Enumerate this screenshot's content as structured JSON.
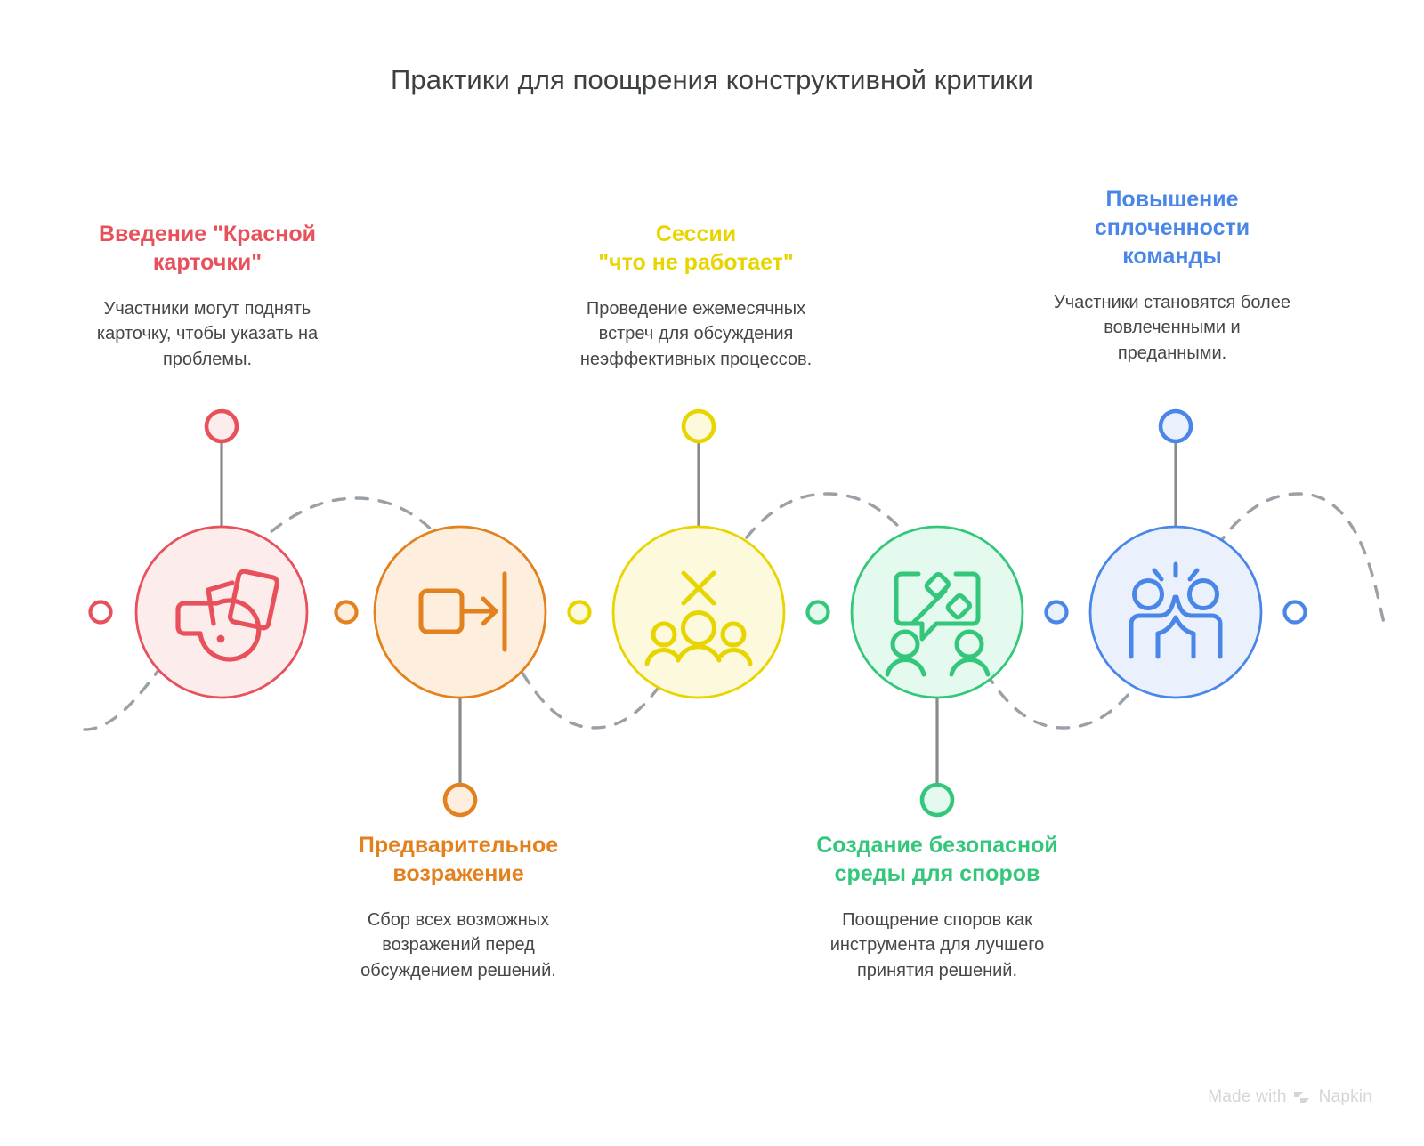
{
  "title": "Практики для поощрения конструктивной критики",
  "colors": {
    "background": "#ffffff",
    "title_text": "#3c4043",
    "body_text": "#44474a",
    "connector_line": "#8a8a8a",
    "dashed_path": "#9aa0a6",
    "watermark": "#d3d5d8"
  },
  "steps": [
    {
      "heading": "Введение \"Красной\nкарточки\"",
      "description": "Участники могут поднять\nкарточку, чтобы указать на\nпроблемы.",
      "color": "#e8505b",
      "fill": "#fdecec",
      "icon": "whistle-red-card-icon",
      "position": "above"
    },
    {
      "heading": "Предварительное\nвозражение",
      "description": "Сбор всех возможных\nвозражений перед\nобсуждением решений.",
      "color": "#e2811e",
      "fill": "#fdeede",
      "icon": "move-to-end-arrow-icon",
      "position": "below"
    },
    {
      "heading": "Сессии\n\"что не работает\"",
      "description": "Проведение ежемесячных\nвстреч для обсуждения\nнеэффективных процессов.",
      "color": "#e8d500",
      "fill": "#fcf9dc",
      "icon": "group-with-cross-icon",
      "position": "above"
    },
    {
      "heading": "Создание безопасной\nсреды для споров",
      "description": "Поощрение споров как\nинструмента для лучшего\nпринятия решений.",
      "color": "#34c77b",
      "fill": "#e4faee",
      "icon": "gavel-speech-bubble-icon",
      "position": "below"
    },
    {
      "heading": "Повышение\nсплоченности\nкоманды",
      "description": "Участники становятся более\nвовлеченными и\nпреданными.",
      "color": "#4a86e8",
      "fill": "#eaf1fd",
      "icon": "high-five-people-icon",
      "position": "above"
    }
  ],
  "watermark": {
    "text_before": "Made with",
    "brand": "Napkin",
    "logo": "napkin-chevrons-icon"
  }
}
